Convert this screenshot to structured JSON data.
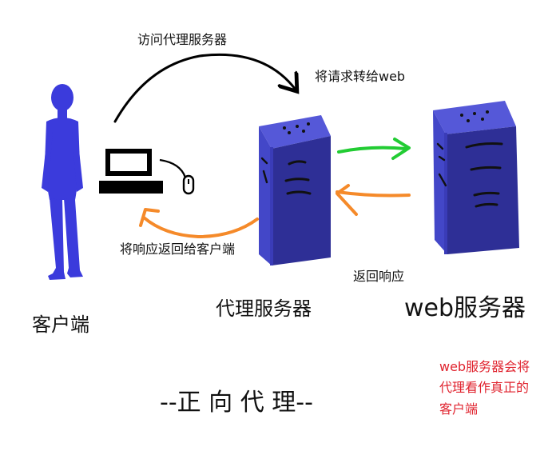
{
  "labels": {
    "visit_proxy": "访问代理服务器",
    "forward_to_web": "将请求转给web",
    "return_to_client": "将响应返回给客户端",
    "return_response": "返回响应",
    "client": "客户端",
    "proxy_server": "代理服务器",
    "web_server": "web服务器",
    "title": "--正 向 代 理--"
  },
  "note": {
    "line1": "web服务器会将",
    "line2": "代理看作真正的",
    "line3": "客户端"
  },
  "colors": {
    "server_front": "#4347c8",
    "server_side": "#2e2f96",
    "server_top": "#5558d8",
    "figure": "#3b3bdc",
    "arrow_black": "#000000",
    "arrow_green": "#22cc33",
    "arrow_orange": "#f58a2a",
    "note_red": "#e0242f"
  }
}
